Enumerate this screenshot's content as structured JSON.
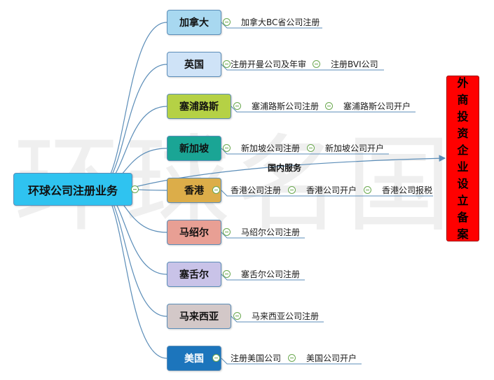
{
  "watermark": "环球名国",
  "root": {
    "label": "环球公司注册业务"
  },
  "countries": [
    {
      "label": "加拿大",
      "color": "#a8d8f0",
      "items": [
        "加拿大BC省公司注册"
      ]
    },
    {
      "label": "英国",
      "color": "#cfe3f7",
      "items": [
        "注册开曼公司及年审",
        "注册BVI公司"
      ]
    },
    {
      "label": "塞浦路斯",
      "color": "#b5d145",
      "items": [
        "塞浦路斯公司注册",
        "塞浦路斯公司开户"
      ]
    },
    {
      "label": "新加坡",
      "color": "#1aa595",
      "items": [
        "新加坡公司注册",
        "新加坡公司开户"
      ]
    },
    {
      "label": "香港",
      "color": "#dcad49",
      "items": [
        "香港公司注册",
        "香港公司开户",
        "香港公司报税"
      ]
    },
    {
      "label": "马绍尔",
      "color": "#e89f94",
      "items": [
        "马绍尔公司注册"
      ]
    },
    {
      "label": "塞舌尔",
      "color": "#c9c3e8",
      "items": [
        "塞舌尔公司注册"
      ]
    },
    {
      "label": "马来西亚",
      "color": "#d3c8c8",
      "items": [
        "马来西亚公司注册"
      ]
    },
    {
      "label": "美国",
      "color": "#1c75bc",
      "items": [
        "注册美国公司",
        "美国公司开户"
      ]
    }
  ],
  "domestic": {
    "label": "国内服务"
  },
  "side_box": {
    "label": "外商投资企业设立备案"
  }
}
